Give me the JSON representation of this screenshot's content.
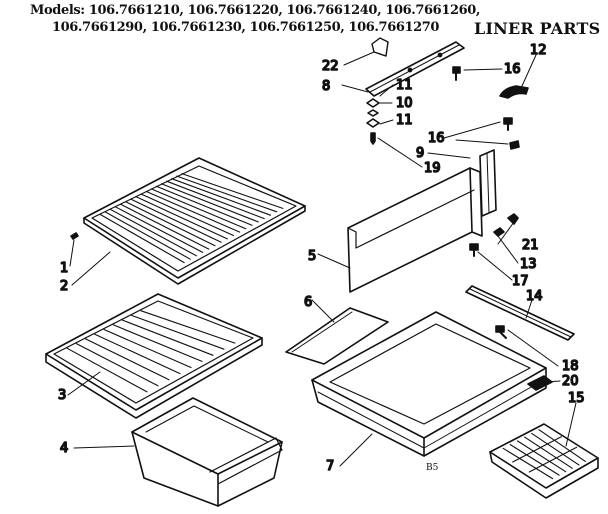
{
  "header": {
    "models_label": "Models:",
    "models_line1": "106.7661210, 106.7661220, 106.7661240, 106.7661260,",
    "models_line2": "106.7661290, 106.7661230, 106.7661250, 106.7661270",
    "title": "LINER PARTS"
  },
  "drawing_code": "B5",
  "callouts": [
    "1",
    "2",
    "3",
    "4",
    "5",
    "6",
    "7",
    "8",
    "9",
    "10",
    "11",
    "11",
    "12",
    "13",
    "14",
    "15",
    "16",
    "16",
    "17",
    "18",
    "19",
    "20",
    "21",
    "22"
  ]
}
